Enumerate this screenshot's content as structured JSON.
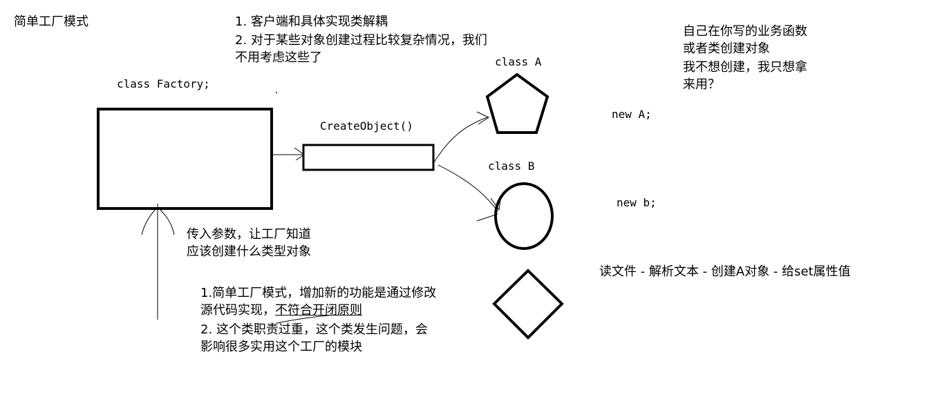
{
  "title": "简单工厂模式",
  "top_notes": {
    "line1": "1. 客户端和具体实现类解耦",
    "line2": "2. 对于某些对象创建过程比较复杂情况，我们",
    "line3": "不用考虑这些了"
  },
  "factory_label": "class Factory;",
  "method_label": "CreateObject()",
  "param_note": {
    "line1": "传入参数，让工厂知道",
    "line2": "应该创建什么类型对象"
  },
  "bottom_notes": {
    "line1": "1.简单工厂模式，增加新的功能是通过修改",
    "line2_a": "源代码实现，",
    "line2_b": "不符合开闭原则",
    "line3": "2. 这个类职责过重，这个类发生问题，会",
    "line4": "影响很多实用这个工厂的模块"
  },
  "class_a_label": "class A",
  "class_b_label": "class B",
  "new_a": "new A;",
  "new_b": "new b;",
  "right_note": {
    "line1": "自己在你写的业务函数",
    "line2": "或者类创建对象",
    "line3": "我不想创建，我只想拿",
    "line4": "来用？"
  },
  "flow_note": "读文件 - 解析文本 - 创建A对象 - 给set属性值"
}
